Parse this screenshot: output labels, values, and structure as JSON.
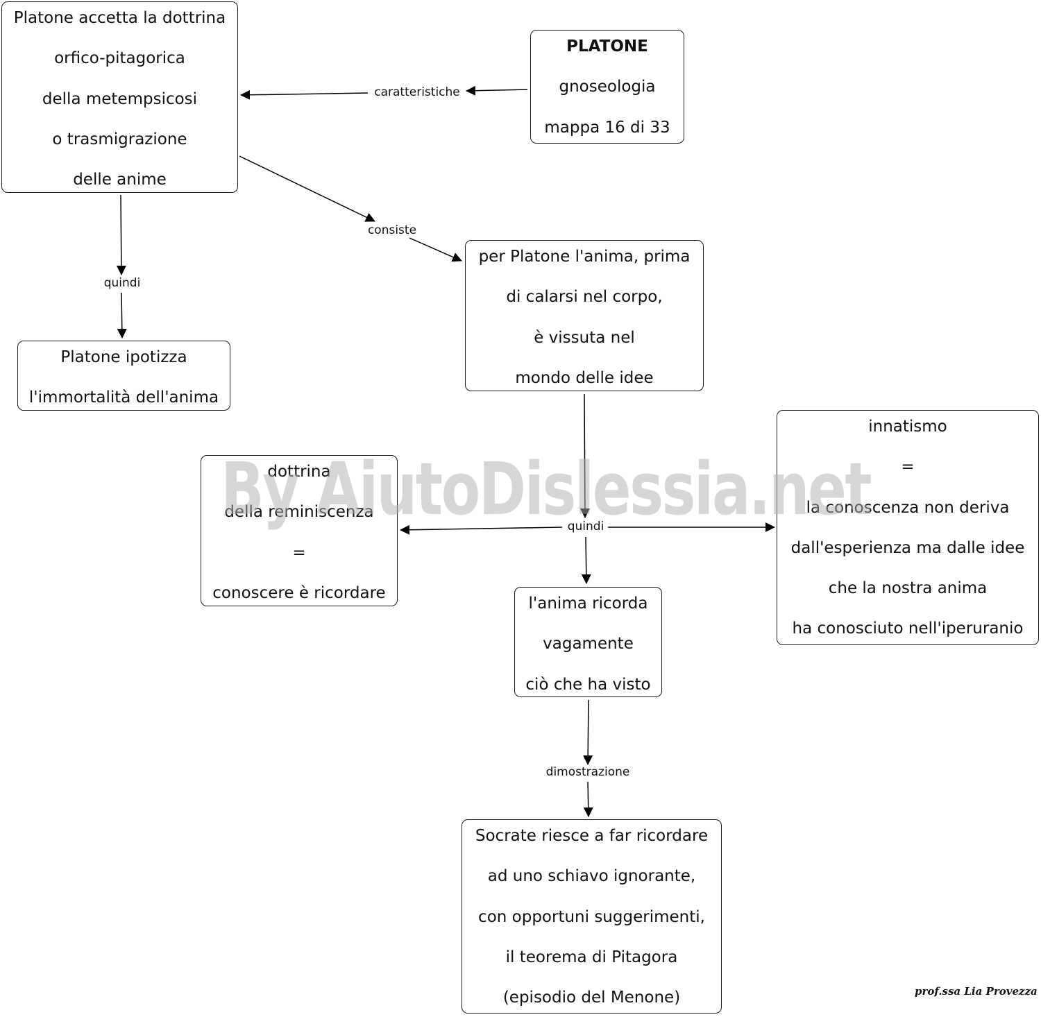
{
  "nodes": {
    "title": {
      "line1": "PLATONE",
      "line2": "gnoseologia",
      "line3": "mappa  16 di 33"
    },
    "metempsicosi": {
      "line1": "Platone accetta la dottrina",
      "line2": "orfico-pitagorica",
      "line3": "della metempsicosi",
      "line4": "o trasmigrazione",
      "line5": "delle anime"
    },
    "immortalita": {
      "line1": "Platone ipotizza",
      "line2": "l'immortalità dell'anima"
    },
    "mondo_idee": {
      "line1": "per Platone l'anima, prima",
      "line2": "di calarsi nel corpo,",
      "line3": "è vissuta nel",
      "line4": "mondo delle idee"
    },
    "reminiscenza": {
      "line1": "dottrina",
      "line2": "della reminiscenza",
      "line3": "=",
      "line4": "conoscere è ricordare"
    },
    "innatismo": {
      "line1": "innatismo",
      "line2": "=",
      "line3": "la conoscenza non deriva",
      "line4": "dall'esperienza ma dalle idee",
      "line5": "che la nostra anima",
      "line6": " ha conosciuto nell'iperuranio"
    },
    "anima_ricorda": {
      "line1": "l'anima ricorda",
      "line2": "vagamente",
      "line3": "ciò che ha visto"
    },
    "socrate": {
      "line1": "Socrate riesce a far ricordare",
      "line2": "ad uno schiavo ignorante,",
      "line3": "con opportuni suggerimenti,",
      "line4": "il teorema di Pitagora",
      "line5": "(episodio del Menone)"
    }
  },
  "edge_labels": {
    "caratteristiche": "caratteristiche",
    "consiste": "consiste",
    "quindi_left": "quindi",
    "quindi_center": "quindi",
    "dimostrazione": "dimostrazione"
  },
  "watermark": "By AiutoDislessia.net",
  "signature": "prof.ssa Lia Provezza",
  "colors": {
    "border": "#1a1a1a",
    "line": "#000000",
    "watermark": "#afafaf"
  }
}
